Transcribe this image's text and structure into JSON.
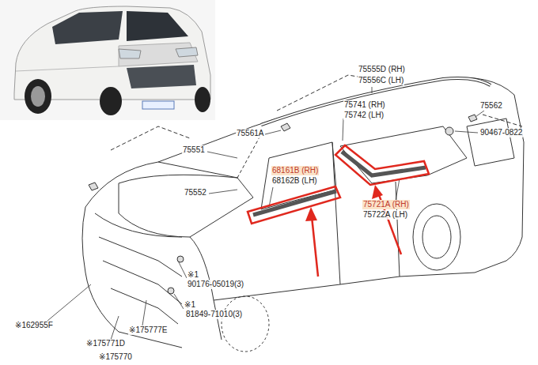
{
  "diagram": {
    "labels": [
      "75555D (RH)",
      "75556C (LH)",
      "75562",
      "90467-0822",
      "75741 (RH)",
      "75742 (LH)",
      "75561A",
      "75551",
      "68161B (RH)",
      "68162B (LH)",
      "75552",
      "75721A (RH)",
      "75722A (LH)",
      "※1",
      "90176-05019(3)",
      "※1",
      "81849-71010(3)",
      "※162955F",
      "※175777E",
      "※175771D",
      "※175770"
    ]
  }
}
